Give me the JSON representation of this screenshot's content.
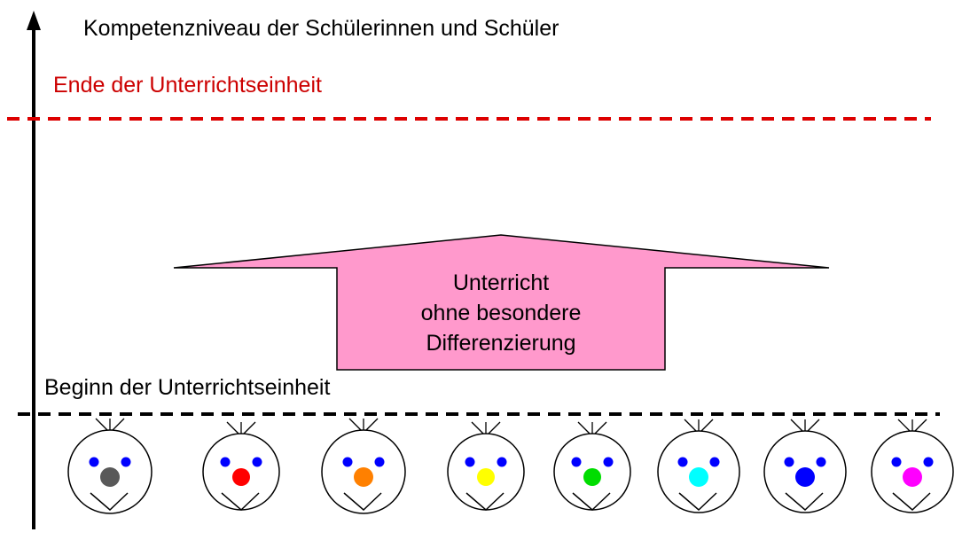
{
  "title": "Kompetenzniveau der Schülerinnen und Schüler",
  "end_label": "Ende der Unterrichtseinheit",
  "begin_label": "Beginn der Unterrichtseinheit",
  "arrow_text": [
    "Unterricht",
    "ohne besondere",
    "Differenzierung"
  ],
  "colors": {
    "end_line": "#dd0000",
    "arrow_fill": "#ff99cc",
    "eyes": "#0000ff"
  },
  "students": [
    {
      "nose": "#595959"
    },
    {
      "nose": "#ff0000"
    },
    {
      "nose": "#ff8000"
    },
    {
      "nose": "#ffff00"
    },
    {
      "nose": "#00dd00"
    },
    {
      "nose": "#00ffff"
    },
    {
      "nose": "#0000ff"
    },
    {
      "nose": "#ff00ff"
    }
  ]
}
